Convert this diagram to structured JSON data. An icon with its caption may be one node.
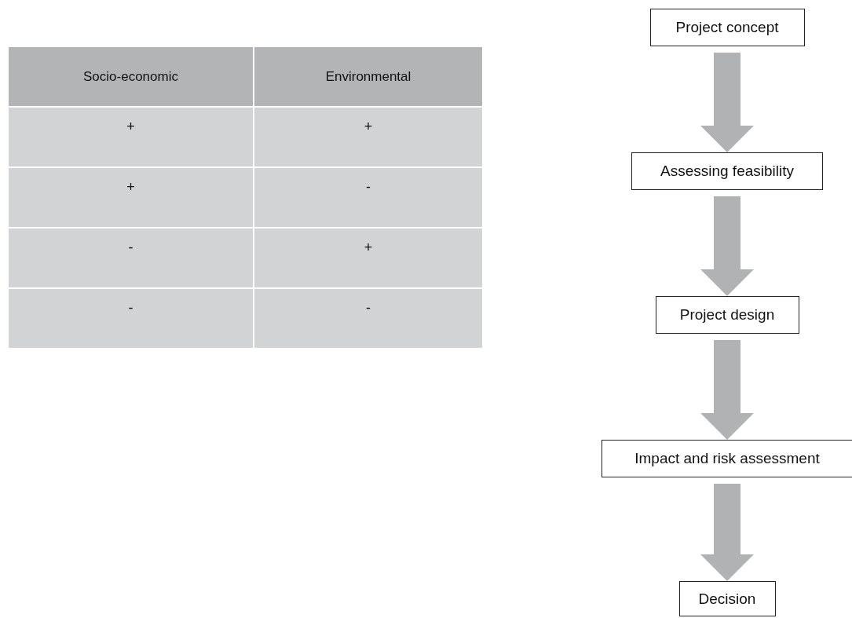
{
  "diagram": {
    "nodes": [
      {
        "text": [
          "Project concept"
        ]
      },
      {
        "text": [
          "Assessing feasibility"
        ]
      },
      {
        "text": [
          "Project design"
        ]
      },
      {
        "text": [
          "Impact and risk assessment"
        ]
      },
      {
        "text": [
          "Decision"
        ]
      }
    ],
    "edges": [
      {
        "from": 0,
        "to": 1,
        "arrow": "to"
      },
      {
        "from": 1,
        "to": 2,
        "arrow": "to"
      },
      {
        "from": 2,
        "to": 3,
        "arrow": "to"
      },
      {
        "from": 3,
        "to": 4,
        "arrow": "to"
      }
    ],
    "labels": [
      "Socio-economic",
      "Environmental",
      "+",
      "+",
      "+",
      "-",
      "-",
      "+",
      "-",
      "-"
    ]
  }
}
